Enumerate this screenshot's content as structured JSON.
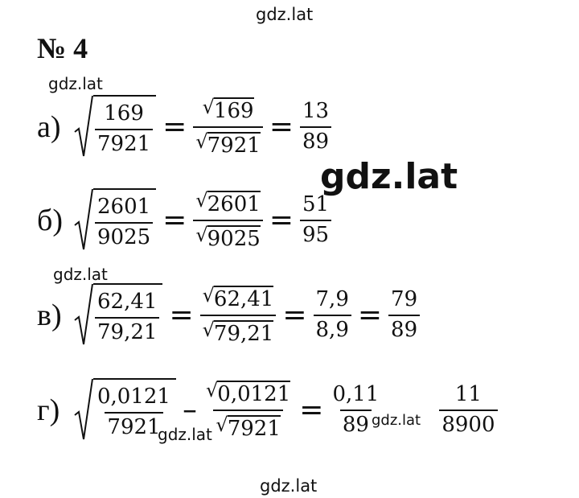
{
  "watermarks": {
    "top": "gdz.lat",
    "under_title": "gdz.lat",
    "big": "gdz.lat",
    "mid_left": "gdz.lat",
    "d_left": "gdz.lat",
    "d_right": "gdz.lat",
    "bottom": "gdz.lat"
  },
  "title": "№ 4",
  "parts": {
    "a": {
      "label": "а)",
      "radicand_num": "169",
      "radicand_den": "7921",
      "root_num": "169",
      "root_den": "7921",
      "res_num": "13",
      "res_den": "89"
    },
    "b": {
      "label": "б)",
      "radicand_num": "2601",
      "radicand_den": "9025",
      "root_num": "2601",
      "root_den": "9025",
      "res_num": "51",
      "res_den": "95"
    },
    "v": {
      "label": "в)",
      "radicand_num": "62,41",
      "radicand_den": "79,21",
      "root_num": "62,41",
      "root_den": "79,21",
      "mid_num": "7,9",
      "mid_den": "8,9",
      "res_num": "79",
      "res_den": "89"
    },
    "g": {
      "label": "г)",
      "radicand_num": "0,0121",
      "radicand_den": "7921",
      "root_num": "0,0121",
      "root_den": "7921",
      "mid_num": "0,11",
      "mid_den": "89",
      "res_num": "11",
      "res_den": "8900"
    }
  },
  "symbols": {
    "equals": "=",
    "minus": "–",
    "radical": "√"
  }
}
